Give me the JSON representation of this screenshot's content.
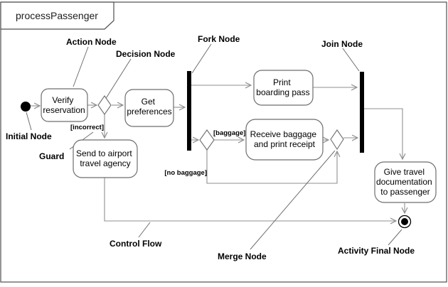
{
  "title": "processPassenger",
  "nodes": {
    "verify_reservation": {
      "lines": [
        "Verify",
        "reservation"
      ]
    },
    "get_preferences": {
      "lines": [
        "Get",
        "preferences"
      ]
    },
    "print_boarding_pass": {
      "lines": [
        "Print",
        "boarding pass"
      ]
    },
    "receive_baggage": {
      "lines": [
        "Receive baggage",
        "and print receipt"
      ]
    },
    "send_to_airport": {
      "lines": [
        "Send to airport",
        "travel agency"
      ]
    },
    "give_travel_docs": {
      "lines": [
        "Give travel",
        "documentation",
        "to passenger"
      ]
    }
  },
  "guards": {
    "incorrect": "[incorrect]",
    "baggage": "[baggage]",
    "no_baggage": "[no baggage]"
  },
  "labels": {
    "action_node": "Action Node",
    "decision_node": "Decision Node",
    "fork_node": "Fork Node",
    "join_node": "Join Node",
    "initial_node": "Initial Node",
    "guard": "Guard",
    "control_flow": "Control Flow",
    "merge_node": "Merge Node",
    "activity_final_node": "Activity Final Node"
  },
  "colors": {
    "flow_line": "#8f8f8f",
    "node_border": "#6e6e6e",
    "bar_fill": "#000000",
    "frame_border": "#4f4f4f",
    "text": "#000000",
    "background": "#ffffff"
  }
}
